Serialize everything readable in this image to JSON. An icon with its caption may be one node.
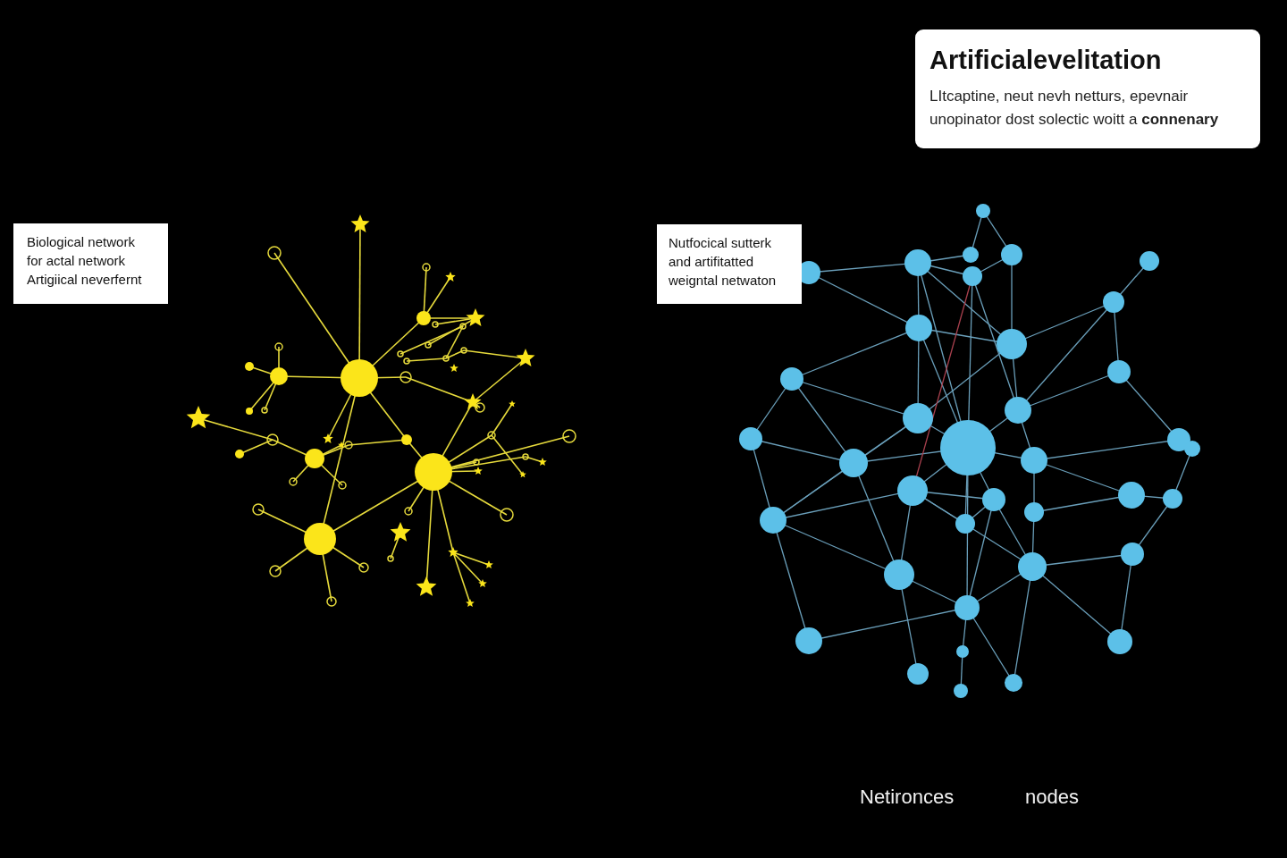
{
  "diagram": {
    "nodes": [
      {
        "text": [
          "Artificialevelitation",
          "LItcaptine, neut nevh netturs, epevnair unopinator dost solectic woitt a **connenary**"
        ]
      },
      {
        "text": [
          "Biological network for actal network Artigiical neverfernt"
        ]
      },
      {
        "text": [
          "Nutfocical sutterk and artifitatted weigntal netwaton"
        ]
      }
    ],
    "labels": [
      "Netironces",
      "nodes"
    ]
  }
}
